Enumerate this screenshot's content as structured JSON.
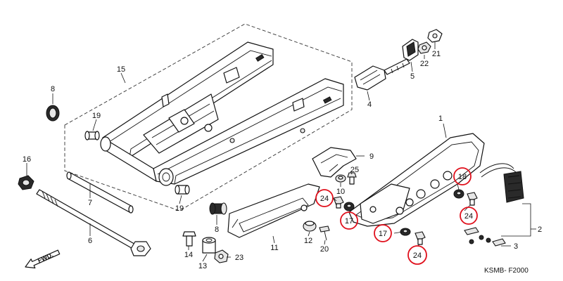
{
  "diagram": {
    "code": "KSMB- F2000",
    "forward_label": "FWD.",
    "callouts": [
      {
        "id": "c1",
        "number": "1"
      },
      {
        "id": "c2",
        "number": "2"
      },
      {
        "id": "c3",
        "number": "3"
      },
      {
        "id": "c4",
        "number": "4"
      },
      {
        "id": "c5",
        "number": "5"
      },
      {
        "id": "c6",
        "number": "6"
      },
      {
        "id": "c7",
        "number": "7"
      },
      {
        "id": "c8a",
        "number": "8"
      },
      {
        "id": "c8b",
        "number": "8"
      },
      {
        "id": "c9",
        "number": "9"
      },
      {
        "id": "c10",
        "number": "10"
      },
      {
        "id": "c11",
        "number": "11"
      },
      {
        "id": "c12",
        "number": "12"
      },
      {
        "id": "c13",
        "number": "13"
      },
      {
        "id": "c14",
        "number": "14"
      },
      {
        "id": "c15",
        "number": "15"
      },
      {
        "id": "c16",
        "number": "16"
      },
      {
        "id": "c17a",
        "number": "17"
      },
      {
        "id": "c17b",
        "number": "17"
      },
      {
        "id": "c18",
        "number": "18"
      },
      {
        "id": "c19a",
        "number": "19"
      },
      {
        "id": "c19b",
        "number": "19"
      },
      {
        "id": "c20",
        "number": "20"
      },
      {
        "id": "c21",
        "number": "21"
      },
      {
        "id": "c22",
        "number": "22"
      },
      {
        "id": "c23",
        "number": "23"
      },
      {
        "id": "c24a",
        "number": "24"
      },
      {
        "id": "c24b",
        "number": "24"
      },
      {
        "id": "c24c",
        "number": "24"
      },
      {
        "id": "c25",
        "number": "25"
      }
    ],
    "highlighted_callouts": [
      "c24a",
      "c17a",
      "c17b",
      "c18",
      "c24b",
      "c24c"
    ],
    "highlight_color": "#e0101c"
  }
}
